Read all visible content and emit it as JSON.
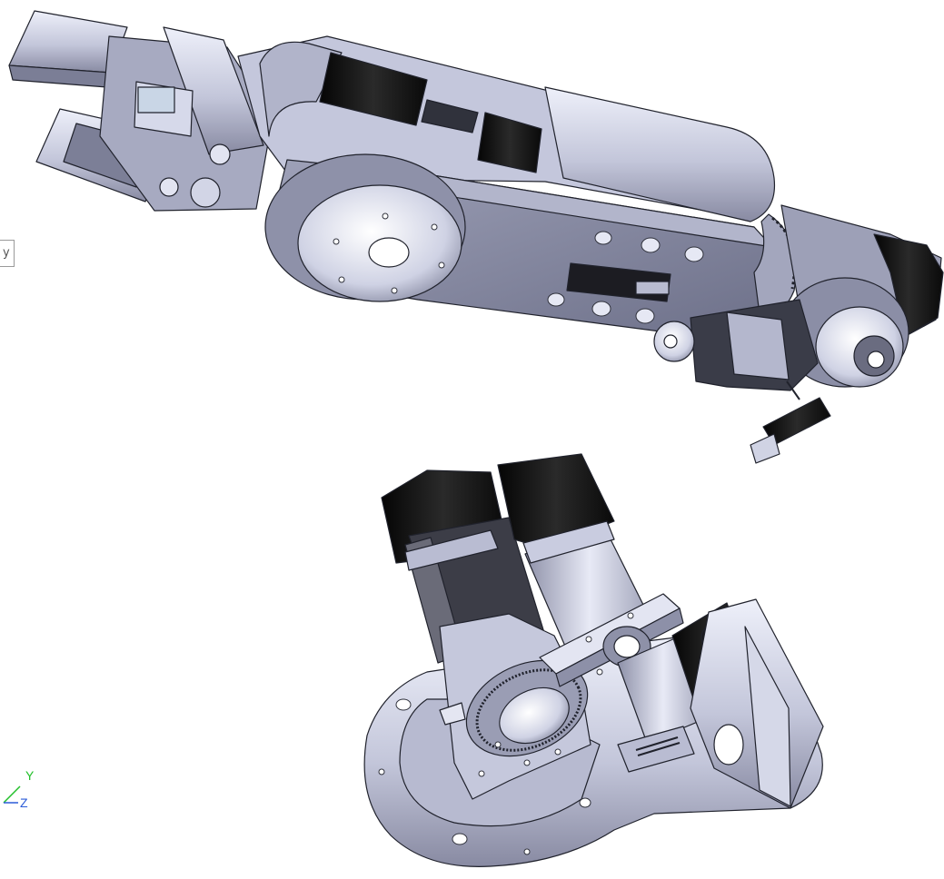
{
  "view_tag": "y",
  "triad": {
    "y_label": "Y",
    "z_label": "Z"
  },
  "colors": {
    "metal_light": "#e4e6f2",
    "metal_mid": "#b7bad0",
    "metal_dark": "#6e7088",
    "motor_black": "#151515",
    "axis_y": "#22c02a",
    "axis_z": "#2b5bd8"
  }
}
